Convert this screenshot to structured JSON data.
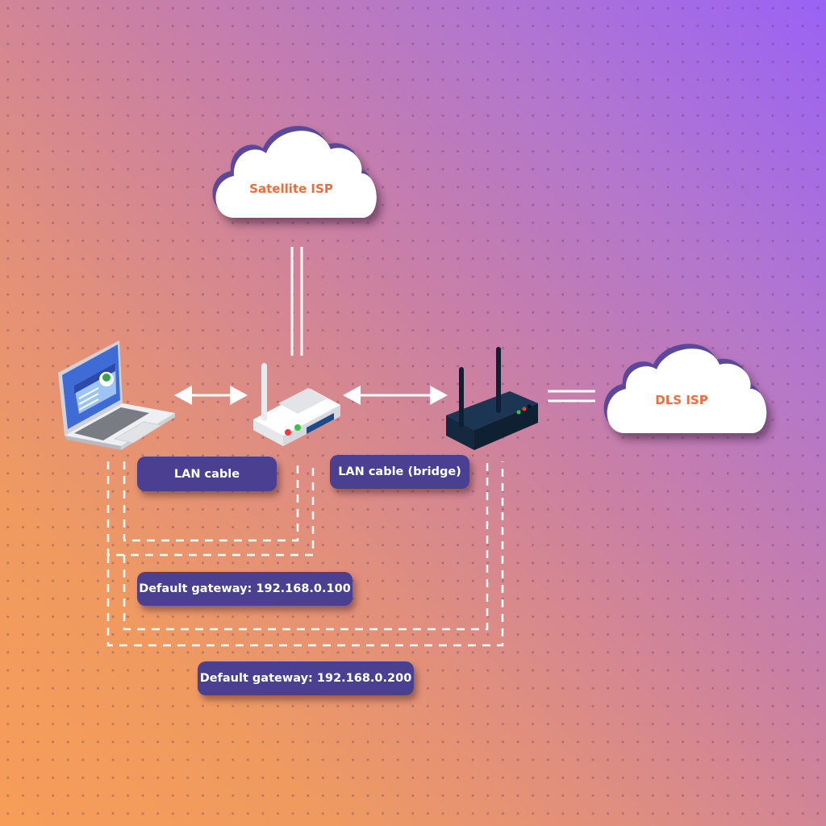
{
  "diagram": {
    "title": "Dual ISP network with bridged router",
    "clouds": [
      {
        "id": "satellite",
        "label": "Satellite ISP"
      },
      {
        "id": "dls",
        "label": "DLS ISP"
      }
    ],
    "devices": [
      {
        "id": "laptop",
        "icon": "laptop-icon"
      },
      {
        "id": "router-white",
        "icon": "wifi-router-icon"
      },
      {
        "id": "router-dark",
        "icon": "dual-antenna-router-icon"
      }
    ],
    "labels": {
      "lan_cable": "LAN cable",
      "lan_cable_bridge": "LAN cable (bridge)",
      "gateway_100": "Default gateway: 192.168.0.100",
      "gateway_200": "Default gateway: 192.168.0.200"
    },
    "connections": [
      {
        "from": "laptop",
        "to": "router-white",
        "type": "bidirectional-arrow",
        "label": "LAN cable"
      },
      {
        "from": "router-white",
        "to": "router-dark",
        "type": "bidirectional-arrow",
        "label": "LAN cable (bridge)"
      },
      {
        "from": "router-white",
        "to": "satellite",
        "type": "double-line"
      },
      {
        "from": "router-dark",
        "to": "dls",
        "type": "double-line"
      },
      {
        "from": "laptop",
        "to": "router-white",
        "type": "dashed-path",
        "label": "Default gateway: 192.168.0.100"
      },
      {
        "from": "laptop",
        "to": "router-dark",
        "type": "dashed-path",
        "label": "Default gateway: 192.168.0.200"
      }
    ],
    "colors": {
      "accent_text": "#f26b3a",
      "tag_bg": "#4b3f92",
      "cloud_shadow": "#5a4a9a",
      "bg_top_right": "#9a62f5",
      "bg_bottom_left": "#f79d58"
    }
  }
}
